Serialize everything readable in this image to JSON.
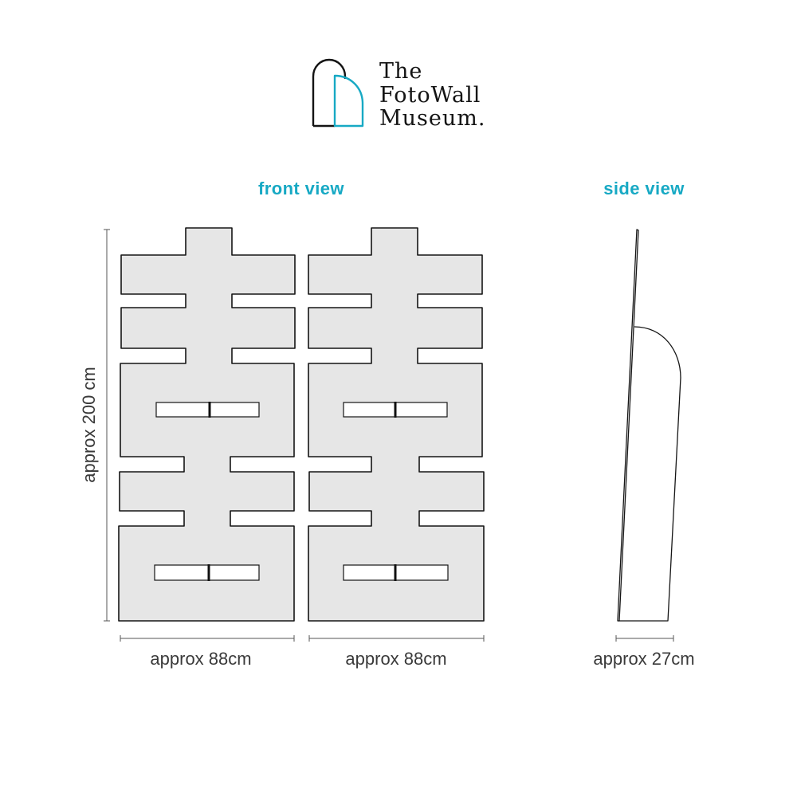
{
  "logo": {
    "line1": "The",
    "line2": "FotoWall",
    "line3": "Museum.",
    "icon": "arch-icon"
  },
  "front_view": {
    "heading": "front view",
    "height_label": "approx 200 cm",
    "panels": [
      {
        "width_label": "approx 88cm"
      },
      {
        "width_label": "approx 88cm"
      }
    ]
  },
  "side_view": {
    "heading": "side view",
    "depth_label": "approx 27cm"
  },
  "colors": {
    "accent": "#17a9c4",
    "panel_fill": "#e6e6e6",
    "line": "#151515",
    "label_text": "#3a3a3a"
  }
}
